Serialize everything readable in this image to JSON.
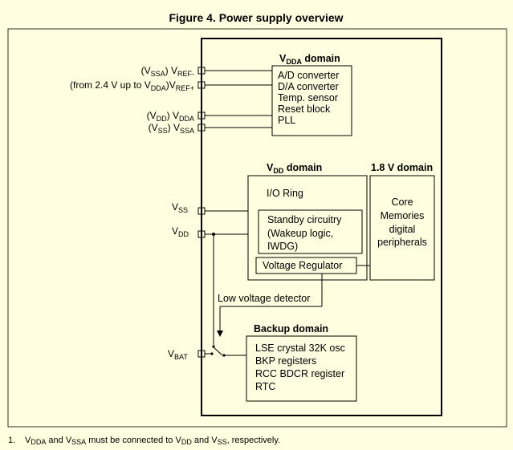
{
  "figure": {
    "title": "Figure 4. Power supply overview"
  },
  "pins": {
    "vref_minus": {
      "prefix": "(V",
      "prefix_sub": "SSA",
      "prefix_close": ") V",
      "name_sub": "REF-"
    },
    "vref_plus": {
      "prefix": "(from 2.4 V up to V",
      "prefix_sub": "DDA",
      "prefix_close": ")V",
      "name_sub": "REF+"
    },
    "vdda": {
      "prefix": "(V",
      "prefix_sub": "DD",
      "prefix_close": ")  V",
      "name_sub": "DDA"
    },
    "vssa": {
      "prefix": "(V",
      "prefix_sub": "SS",
      "prefix_close": ")  V",
      "name_sub": "SSA"
    },
    "vss": {
      "main": "V",
      "main_sub": "SS"
    },
    "vdd": {
      "main": "V",
      "main_sub": "DD"
    },
    "vbat": {
      "main": "V",
      "main_sub": "BAT"
    }
  },
  "vdda_domain": {
    "title_main": "V",
    "title_sub": "DDA",
    "title_rest": " domain",
    "items": [
      "A/D converter",
      "D/A converter",
      "Temp. sensor",
      "Reset block",
      "PLL"
    ]
  },
  "vdd_domain": {
    "title_main": "V",
    "title_sub": "DD",
    "title_rest": " domain",
    "io_ring": "I/O Ring",
    "standby_lines": [
      "Standby circuitry",
      "(Wakeup logic,",
      "IWDG)"
    ],
    "regulator": "Voltage Regulator"
  },
  "domain_1v8": {
    "title": "1.8 V domain",
    "lines": [
      "Core",
      "Memories",
      "digital",
      "peripherals"
    ]
  },
  "low_voltage_detector": "Low voltage detector",
  "backup_domain": {
    "title": "Backup domain",
    "items": [
      "LSE crystal 32K osc",
      "BKP registers",
      "RCC BDCR register",
      "RTC"
    ]
  },
  "footnote": {
    "number": "1.",
    "t1": "V",
    "s1": "DDA",
    "t2": " and V",
    "s2": "SSA",
    "t3": " must be connected to V",
    "s3": "DD",
    "t4": " and V",
    "s4": "SS",
    "t5": ", respectively."
  },
  "colors": {
    "background": "#fffee0",
    "line": "#000000"
  }
}
